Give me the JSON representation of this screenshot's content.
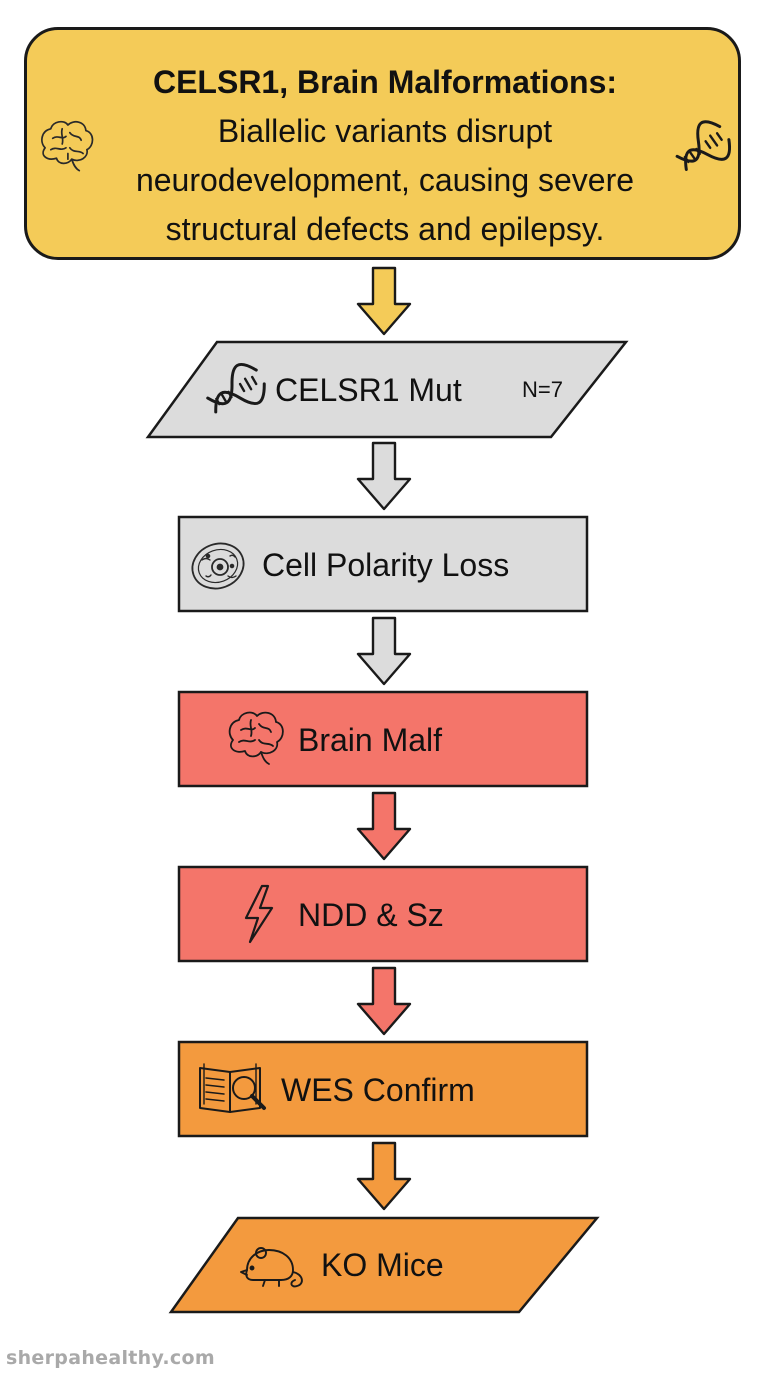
{
  "header": {
    "title": "CELSR1, Brain Malformations:",
    "body": "Biallelic variants disrupt neurodevelopment, causing severe structural defects and epilepsy.",
    "icons": [
      "brain-icon",
      "dna-icon"
    ],
    "color": "#f4cb58"
  },
  "nodes": [
    {
      "label": "CELSR1 Mut",
      "badge": "N=7",
      "icon": "dna-icon",
      "shape": "parallelogram",
      "color": "#dcdcdc"
    },
    {
      "label": "Cell Polarity Loss",
      "icon": "cell-icon",
      "shape": "rectangle",
      "color": "#dcdcdc"
    },
    {
      "label": "Brain Malf",
      "icon": "brain-icon",
      "shape": "rectangle",
      "color": "#f4756a"
    },
    {
      "label": "NDD & Sz",
      "icon": "lightning-icon",
      "shape": "rectangle",
      "color": "#f4756a"
    },
    {
      "label": "WES Confirm",
      "icon": "book-magnifier-icon",
      "shape": "rectangle",
      "color": "#f39a3e"
    },
    {
      "label": "KO Mice",
      "icon": "mouse-icon",
      "shape": "parallelogram",
      "color": "#f39a3e"
    }
  ],
  "arrow_colors": [
    "#f4cb58",
    "#dcdcdc",
    "#dcdcdc",
    "#f4756a",
    "#f4756a",
    "#f39a3e",
    "#f39a3e"
  ],
  "footer": {
    "watermark": "sherpahealthy.com"
  }
}
